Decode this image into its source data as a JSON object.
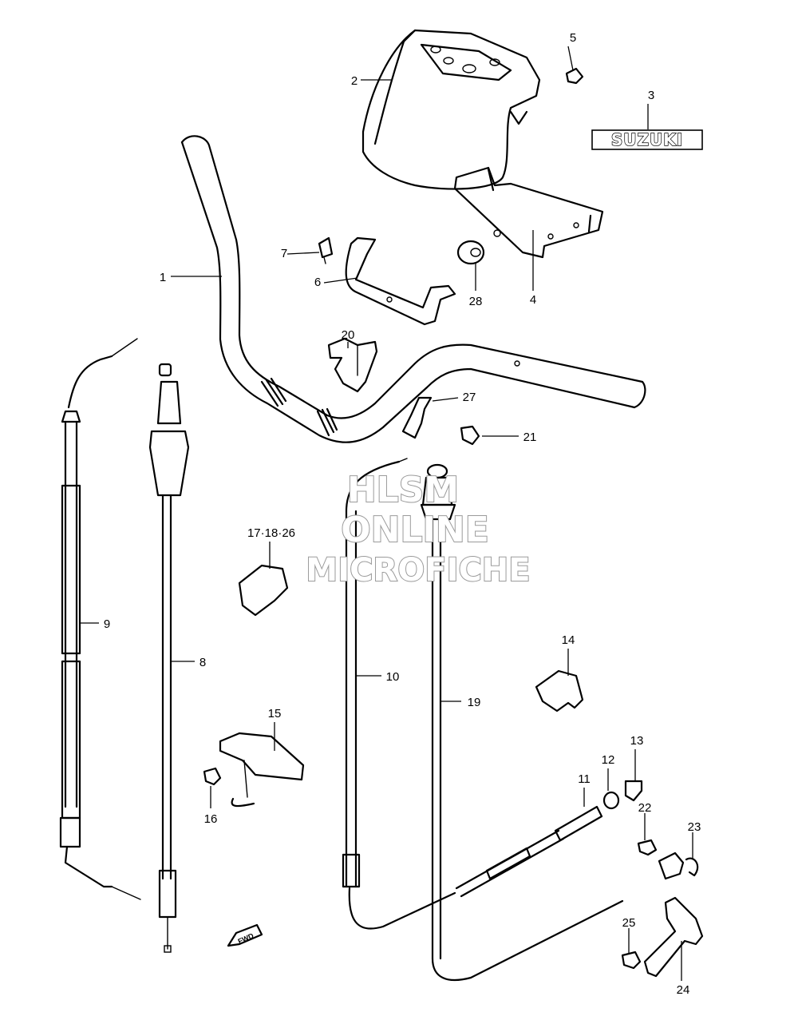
{
  "logo": {
    "text": "SUZUKI"
  },
  "watermark": {
    "line1": "HLSM",
    "line2": "ONLINE",
    "line3": "MICROFICHE"
  },
  "fwd_label": "FWD",
  "callouts": {
    "c1": "1",
    "c2": "2",
    "c3": "3",
    "c4": "4",
    "c5": "5",
    "c6": "6",
    "c7": "7",
    "c8": "8",
    "c9": "9",
    "c10": "10",
    "c11": "11",
    "c12": "12",
    "c13": "13",
    "c14": "14",
    "c15": "15",
    "c16": "16",
    "c17": "17·18·26",
    "c19": "19",
    "c20": "20",
    "c21": "21",
    "c22": "22",
    "c23": "23",
    "c24": "24",
    "c25": "25",
    "c27": "27",
    "c28": "28"
  }
}
